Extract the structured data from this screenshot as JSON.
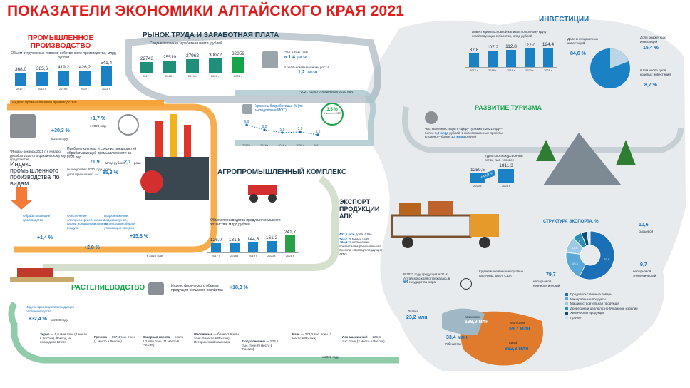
{
  "title": "ПОКАЗАТЕЛИ ЭКОНОМИКИ АЛТАЙСКОГО КРАЯ 2021",
  "colors": {
    "red": "#e21c1c",
    "blue": "#1a82c4",
    "teal": "#1f8f7a",
    "green": "#2aa04a",
    "orange": "#f6a33a",
    "gray": "#c9cfd4"
  },
  "industry": {
    "heading": "ПРОМЫШЛЕННОЕ ПРОИЗВОДСТВО",
    "chart_label": "Объем отгруженных товаров собственного производства, млрд рублей",
    "index_banner": "Индекс промышленного производства*",
    "index_vs": "+30,3 %",
    "index_note": "к 2020 году",
    "index_vs2": "+1,7 %",
    "index_vs2_note": "к 2020 году",
    "footnote": "*Январь-декабрь 2021 г. к январю-декабрю 2020 г. по фактическому кругу предприятий",
    "index_title": "Индекс промышленного производства по видам",
    "profit_text": "Прибыль крупных и средних предприятий обрабатывающей промышленности за 2021 год",
    "profit_value": "71,9",
    "profit_unit": "млрд рублей",
    "profit_times": "2,1",
    "profit_times_unit": "раза",
    "profit_share_text": "доля прибыльных —",
    "profit_share": "85,3 %",
    "profit_note": "выше уровня 2020 года, доля",
    "kinds": [
      {
        "label": "Обрабатывающие производства",
        "value": "+1,4 %"
      },
      {
        "label": "Обеспечение электроэнергией, газом и паром; кондиционирование воздуха",
        "value": "+2,8 %"
      },
      {
        "label": "Водоснабжение, водоотведение, организация сбора и утилизации отходов",
        "value": "+15,8 %"
      }
    ],
    "kinds_note": "к 2020 году"
  },
  "labor": {
    "heading": "РЫНОК ТРУДА И ЗАРАБОТНАЯ ПЛАТА",
    "wage_label": "Среднемесячная заработная плата, рублей",
    "growth_text": "Рост к 2017 году",
    "growth_value": "в 1,4 раза",
    "real_text": "В реальном выражении рост в",
    "real_value": "1,2 раза",
    "footnote": "*2021 год по отношению к 2020 году",
    "unemp_label": "Уровень безработицы, % (по методологии МОТ)",
    "unemp_badge": "3,5 %",
    "unemp_badge_note": "5 место в СФО"
  },
  "agro": {
    "heading": "АГРОПРОМЫШЛЕННЫЙ КОМПЛЕКС",
    "chart_label": "Объем производства продукции сельского хозяйства, млрд рублей"
  },
  "crops": {
    "heading": "РАСТЕНИЕВОДСТВО",
    "phys_index_label": "Индекс физического объема продукции сельского хозяйства",
    "phys_index_value": "+18,3 %",
    "prod_index_label": "Индекс производства продукции растениеводства",
    "prod_index_value": "+32,4 %",
    "prod_index_note": "к 2020 году",
    "items": [
      {
        "name": "Зерно",
        "text": "— 5,6 млн тонн (4 место в России). Рекорд за последние 12 лет"
      },
      {
        "name": "Гречиха",
        "text": "— 597,4 тыс. тонн (1 место в России)"
      },
      {
        "name": "Сахарная свекла",
        "text": "— около 1,2 млн тонн (11 место в России)"
      },
      {
        "name": "Масличные",
        "text": "— более 1,6 млн тонн (5 место в России). Исторический максимум"
      },
      {
        "name": "Подсолнечник",
        "text": "— 922,1 тыс. тонн (9 место в России)"
      },
      {
        "name": "Рапс",
        "text": "— 273,0 тыс. тонн (2 место в России)"
      },
      {
        "name": "Лен масличный",
        "text": "— 209,3 тыс. тонн (2 место в России)"
      }
    ],
    "bottom_note": "к 2020 году"
  },
  "invest": {
    "heading": "ИНВЕСТИЦИИ",
    "chart_label": "Инвестиции в основной капитал по полному кругу хозяйствующих субъектов, млрд рублей",
    "share_extra_label": "Доля внебюджетных инвестиций",
    "share_extra": "84,6 %",
    "share_budget_label": "Доля бюджетных инвестиций",
    "share_budget": "15,4 %",
    "share_regional_label": "в том числе доля краевых инвестиций",
    "share_regional": "8,7 %"
  },
  "tourism": {
    "heading": "РАЗВИТИЕ ТУРИЗМА",
    "text1": "Частные инвестиции в сферу туризма в 2021 году – более",
    "inv_value": "1,8 млрд",
    "text2": "рублей, в инвестиционные проекты вложено – более",
    "inv_value2": "1,4 млрд",
    "text3": "рублей",
    "flow_label": "Туристско-экскурсионный поток, тыс. человек",
    "flow_growth": "+44,9 %"
  },
  "export": {
    "heading": "ЭКСПОРТ ПРОДУКЦИИ АПК",
    "value": "432,5 млн",
    "value_text": "долл. США",
    "growth1": "+23,7 %",
    "growth1_note": "к 2020 году,",
    "growth2": "+34,1 %",
    "growth2_note": "к плановым показателям регионального проекта «Экспорт продукции АПК»",
    "structure_title": "СТРУКТУРА ЭКСПОРТА, %",
    "partners_text1": "В 2021 году продукция АПК из Алтайского края отгружалась в",
    "partners_count": "64",
    "partners_text2": "государства мира",
    "partners_label": "Крупнейшие внешнеторговые партнеры, долл. США",
    "legend": [
      "Продовольственные товары",
      "Минеральные продукты",
      "Машиностроительная продукция",
      "Древесина и целлюлозно-бумажные изделия",
      "Химическая продукция",
      "Прочее"
    ],
    "slices_labels": {
      "s1": "10,6",
      "s1_name": "сырьевой",
      "s2": "9,7",
      "s2_name": "несырьевой энергетический",
      "s3": "79,7",
      "s3_name": "несырьевой неэнергетический"
    },
    "partners": [
      {
        "name": "Латвия",
        "value": "23,2 млн"
      },
      {
        "name": "Казахстан",
        "value": "139,9 млн"
      },
      {
        "name": "Монголия",
        "value": "59,7 млн"
      },
      {
        "name": "Китай",
        "value": "862,3 млн"
      },
      {
        "name": "Узбекистан",
        "value": "33,4 млн"
      }
    ]
  },
  "chart_data": [
    {
      "type": "bar",
      "title": "Объем отгруженных товаров собственного производства, млрд рублей",
      "categories": [
        "2017 г.",
        "2018 г.",
        "2019 г.",
        "2020 г.",
        "2021 г."
      ],
      "values": [
        368.0,
        385.6,
        419.2,
        426.2,
        541.4
      ],
      "labels": [
        "368,0",
        "385,6",
        "419,2",
        "426,2",
        "541,4"
      ]
    },
    {
      "type": "bar",
      "title": "Среднемесячная заработная плата, рублей",
      "categories": [
        "2017 г.",
        "2018 г.",
        "2019 г.",
        "2020 г.",
        "2021 г."
      ],
      "values": [
        22743,
        25519,
        27962,
        30072,
        32859
      ],
      "labels": [
        "22743",
        "25519",
        "27962",
        "30072",
        "32859"
      ]
    },
    {
      "type": "line",
      "title": "Уровень безработицы, % (по методологии МОТ)",
      "categories": [
        "2017 г.",
        "2018 г.",
        "2019 г.",
        "2020 г.",
        "2021 г."
      ],
      "values": [
        6.9,
        6.2,
        5.8,
        5.9,
        5.5
      ],
      "labels": [
        "6,9",
        "6,2",
        "5,8",
        "5,9",
        "5,5"
      ]
    },
    {
      "type": "bar",
      "title": "Объем производства продукции сельского хозяйства, млрд рублей",
      "categories": [
        "2017 г.",
        "2018 г.",
        "2019 г.",
        "2020 г.",
        "2021 г."
      ],
      "values": [
        126.0,
        131.8,
        144.5,
        161.2,
        241.7
      ],
      "labels": [
        "126,0",
        "131,8",
        "144,5",
        "161,2",
        "241,7"
      ]
    },
    {
      "type": "bar",
      "title": "Инвестиции в основной капитал по полному кругу хозяйствующих субъектов, млрд рублей",
      "categories": [
        "2017 г.",
        "2018 г.",
        "2019 г.",
        "2020 г.",
        "2021 г."
      ],
      "values": [
        87.8,
        107.2,
        112.8,
        122.0,
        124.4
      ],
      "labels": [
        "87,8",
        "107,2",
        "112,8",
        "122,0",
        "124,4"
      ]
    },
    {
      "type": "bar",
      "title": "Туристско-экскурсионный поток, тыс. человек",
      "categories": [
        "2020 г.",
        "2021 г."
      ],
      "values": [
        1250.5,
        1811.3
      ],
      "labels": [
        "1250,5",
        "1811,3"
      ]
    },
    {
      "type": "pie",
      "title": "СТРУКТУРА ЭКСПОРТА, %",
      "slices": [
        {
          "name": "Продовольственные товары",
          "value": 57.5
        },
        {
          "name": "Минеральные продукты",
          "value": 19.4
        },
        {
          "name": "Машиностроительная продукция",
          "value": 10.8
        },
        {
          "name": "Древесина и целлюлозно-бумажные изделия",
          "value": 6.1
        },
        {
          "name": "Химическая продукция",
          "value": 4.1
        },
        {
          "name": "Прочее",
          "value": 2.1
        }
      ]
    }
  ]
}
